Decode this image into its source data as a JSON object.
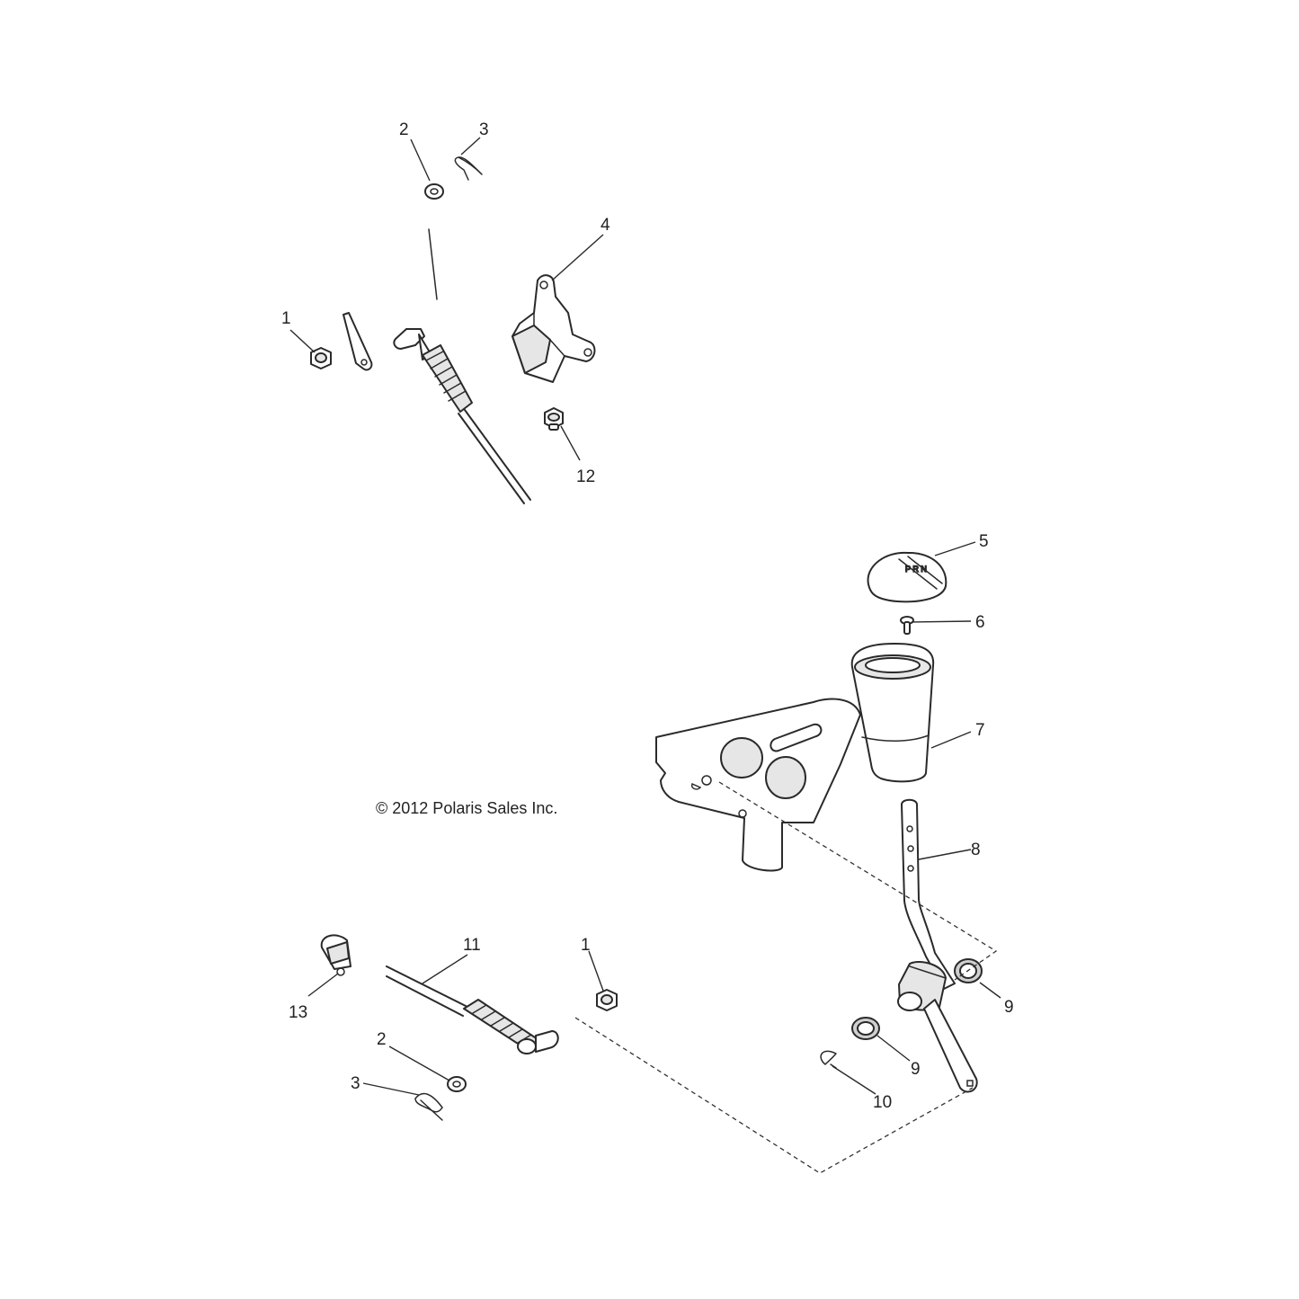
{
  "copyright": "© 2012 Polaris Sales Inc.",
  "callouts": [
    {
      "id": "c1-top",
      "text": "1"
    },
    {
      "id": "c2-top",
      "text": "2"
    },
    {
      "id": "c3-top",
      "text": "3"
    },
    {
      "id": "c4",
      "text": "4"
    },
    {
      "id": "c12",
      "text": "12"
    },
    {
      "id": "c5",
      "text": "5"
    },
    {
      "id": "c6",
      "text": "6"
    },
    {
      "id": "c7",
      "text": "7"
    },
    {
      "id": "c8",
      "text": "8"
    },
    {
      "id": "c11",
      "text": "11"
    },
    {
      "id": "c1-bottom",
      "text": "1"
    },
    {
      "id": "c13",
      "text": "13"
    },
    {
      "id": "c2-bottom",
      "text": "2"
    },
    {
      "id": "c3-bottom",
      "text": "3"
    },
    {
      "id": "c9-right",
      "text": "9"
    },
    {
      "id": "c9-left",
      "text": "9"
    },
    {
      "id": "c10",
      "text": "10"
    }
  ]
}
